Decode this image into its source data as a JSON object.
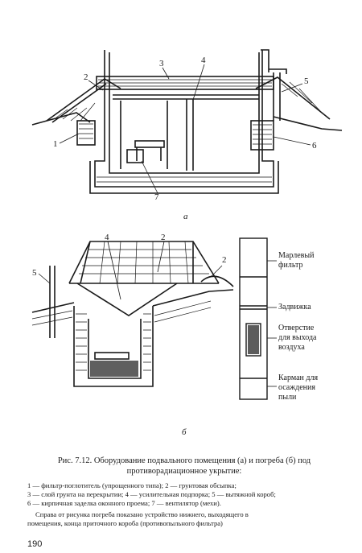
{
  "figure": {
    "top_labels": {
      "n1": "1",
      "n2": "2",
      "n3": "3",
      "n4": "4",
      "n5": "5",
      "n6": "6",
      "n7": "7",
      "sub_a": "а"
    },
    "bottom_labels": {
      "n2": "2",
      "n4": "4",
      "n5": "5",
      "sub_b": "б"
    },
    "side_labels": {
      "gauze_1": "Марлевый",
      "gauze_2": "фильтр",
      "damper": "Задвижка",
      "hole_1": "Отверстие",
      "hole_2": "для выхода",
      "hole_3": "воздуха",
      "pocket_1": "Карман для",
      "pocket_2": "осаждения",
      "pocket_3": "пыли"
    }
  },
  "caption": {
    "line1": "Рис. 7.12. Оборудование подвального помещения (а) и погреба (б) под",
    "line2": "противорадиационное укрытие:"
  },
  "legend": {
    "line1": "1 — фильтр-поглотитель (упрощенного типа); 2 — грунтовая обсыпка;",
    "line2": "3 — слой грунта на перекрытии; 4 — усилительная подпорка; 5 — вытяжной короб;",
    "line3": "6 — кирпичная заделка оконного проема; 7 — вентилятор (мехи)."
  },
  "note": {
    "line1": "Справа от рисунка погреба показано устройство нижнего, выходящего в",
    "line2": "помещения, конца приточного короба (противопыльного фильтра)"
  },
  "page_number": "190"
}
